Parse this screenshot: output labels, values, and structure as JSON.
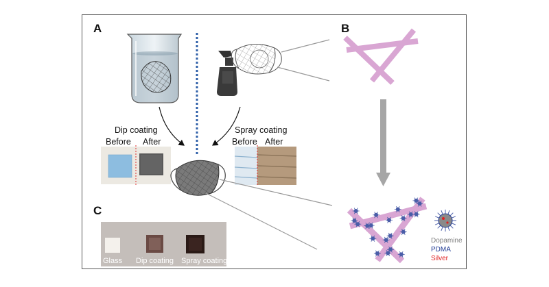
{
  "panels": {
    "a": "A",
    "b": "B",
    "c": "C"
  },
  "panel_a": {
    "dip_title": "Dip coating",
    "dip_before": "Before",
    "dip_after": "After",
    "spray_title": "Spray coating",
    "spray_before": "Before",
    "spray_after": "After"
  },
  "panel_c": {
    "samples": [
      "Glass",
      "Dip coating",
      "Spray coating"
    ]
  },
  "legend": {
    "dopamine": "Dopamine",
    "pdma": "PDMA",
    "silver": "Silver"
  },
  "colors": {
    "fiber": "#d9a6d3",
    "nanoparticle": "#4a5ea8",
    "dopamine_text": "#7f7f7f",
    "pdma_text": "#1f3a93",
    "silver_text": "#e02020",
    "dotted_divider": "#2e5fa8",
    "big_arrow": "#a6a6a6"
  }
}
